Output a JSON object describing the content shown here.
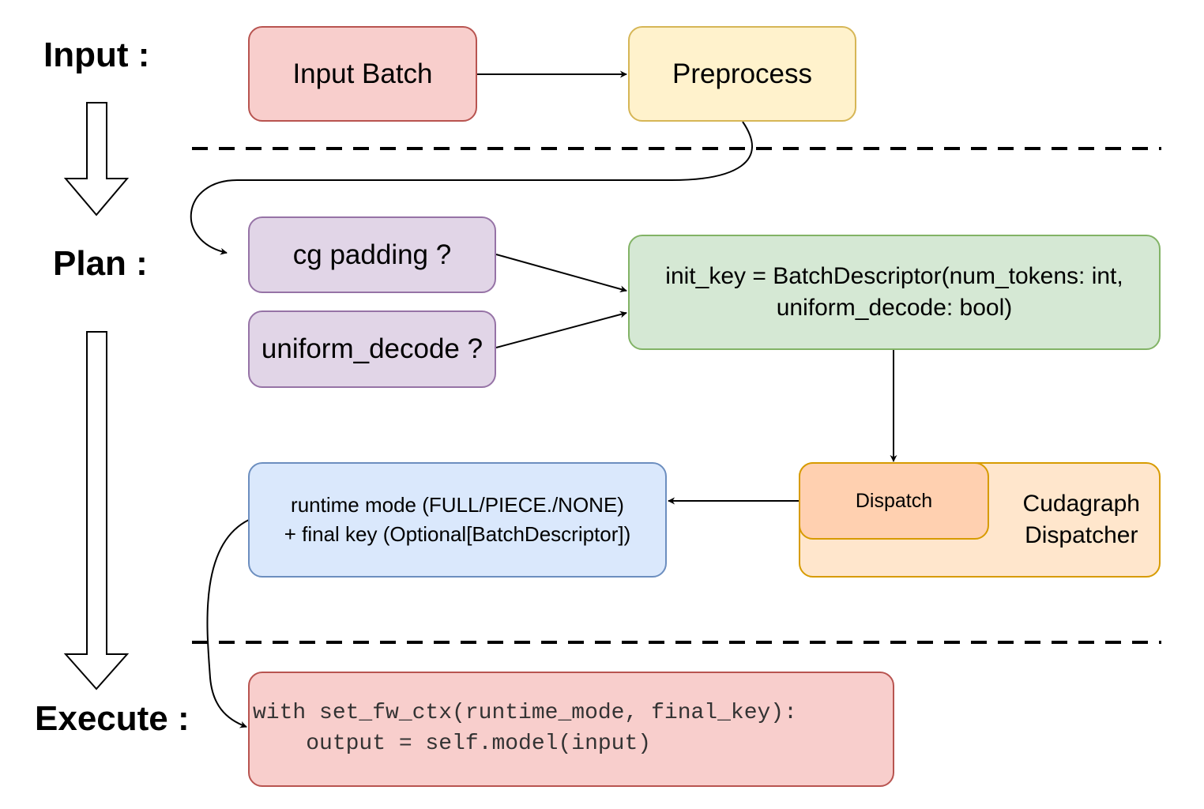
{
  "stages": {
    "input": "Input :",
    "plan": "Plan :",
    "execute": "Execute :"
  },
  "nodes": {
    "input_batch": "Input Batch",
    "preprocess": "Preprocess",
    "cg_padding": "cg padding ?",
    "uniform_decode": "uniform_decode ?",
    "init_key": "init_key = BatchDescriptor(num_tokens: int,\nuniform_decode: bool)",
    "dispatcher": "Cudagraph\nDispatcher",
    "dispatch": "Dispatch",
    "runtime_mode": "runtime mode (FULL/PIECE./NONE)\n+ final key (Optional[BatchDescriptor])",
    "execute_code": "with set_fw_ctx(runtime_mode, final_key):\n    output = self.model(input)"
  },
  "colors": {
    "red_fill": "#f8cecc",
    "red_stroke": "#b85450",
    "yellow_fill": "#fff2cc",
    "yellow_stroke": "#d6b656",
    "purple_fill": "#e1d5e7",
    "purple_stroke": "#9673a6",
    "green_fill": "#d5e8d4",
    "green_stroke": "#82b366",
    "blue_fill": "#dae8fc",
    "blue_stroke": "#6c8ebf",
    "orange_fill": "#ffe6cc",
    "orange_stroke": "#d79b00"
  }
}
